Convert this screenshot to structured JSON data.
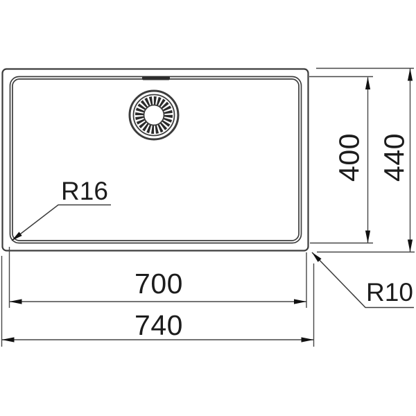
{
  "drawing": {
    "type": "sink-dimension-drawing",
    "labels": {
      "inner_width": "700",
      "outer_width": "740",
      "inner_height": "400",
      "outer_height": "440",
      "bowl_corner_radius": "R16",
      "outer_corner_radius": "R10"
    },
    "dimensions_mm": {
      "inner_width": 700,
      "outer_width": 740,
      "inner_height": 400,
      "outer_height": 440,
      "bowl_corner_radius": 16,
      "outer_corner_radius": 10
    },
    "icons": {
      "drain_strainer": "drain-strainer-icon",
      "overflow_slot": "overflow-slot-icon"
    },
    "colors": {
      "geometry_line": "#3c3c3c",
      "dimension_line": "#474747",
      "text": "#1c1c1c",
      "background": "#ffffff"
    }
  }
}
